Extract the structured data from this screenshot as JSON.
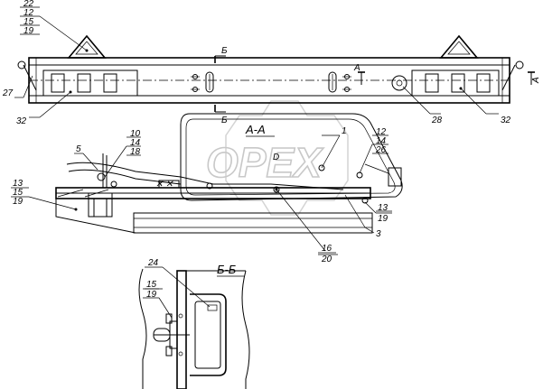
{
  "labels": {
    "l22": "22",
    "l12a": "12",
    "l15a": "15",
    "l19a": "19",
    "l27": "27",
    "l32a": "32",
    "l28": "28",
    "l32b": "32",
    "l10": "10",
    "l14a": "14",
    "l18": "18",
    "l5": "5",
    "l13a": "13",
    "l15b": "15",
    "l19b": "19",
    "l1": "1",
    "l12b": "12",
    "l14b": "14",
    "l26": "26",
    "l13b": "13",
    "l19c": "19",
    "l3": "3",
    "l16": "16",
    "l20": "20",
    "l24": "24",
    "l15c": "15",
    "l19d": "19"
  },
  "sections": {
    "aa": "А-А",
    "bb": "Б-Б",
    "cut_a_left": "А",
    "cut_a_right": "А",
    "cut_b_top": "Б",
    "cut_b_bottom": "Б"
  },
  "watermark": "OPEX",
  "colors": {
    "line": "#000000",
    "watermark": "#c8c8c8",
    "background": "#ffffff"
  }
}
